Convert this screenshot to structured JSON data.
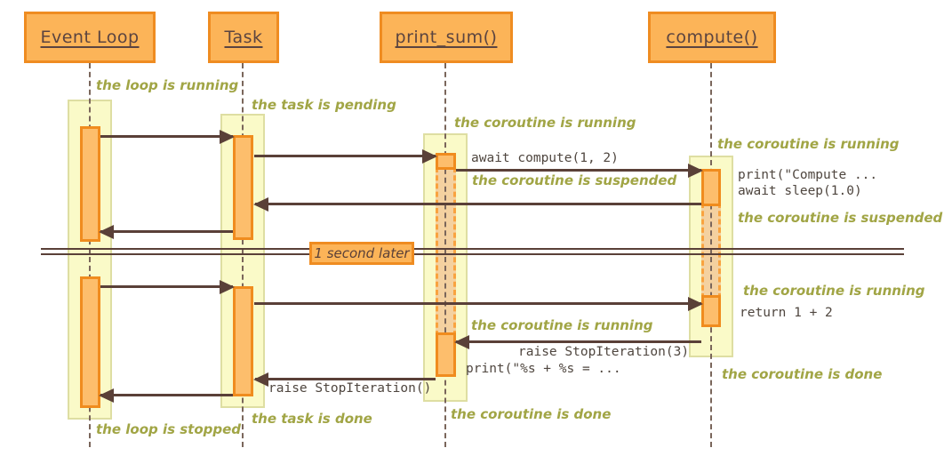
{
  "participants": {
    "event_loop": "Event Loop",
    "task": "Task",
    "print_sum": "print_sum()",
    "compute": "compute()"
  },
  "annotations": {
    "loop_running": "the loop is running",
    "task_pending": "the task is pending",
    "ps_running_1": "the coroutine is running",
    "c_running_1": "the coroutine is running",
    "ps_suspended": "the coroutine is suspended",
    "c_suspended": "the coroutine is suspended",
    "c_running_2": "the coroutine is running",
    "ps_running_2": "the coroutine is running",
    "c_done": "the coroutine is done",
    "ps_done": "the coroutine is done",
    "task_done": "the task is done",
    "loop_stopped": "the loop is stopped"
  },
  "messages": {
    "await_compute": "await compute(1, 2)",
    "print_compute": "print(\"Compute  ...",
    "await_sleep": "await sleep(1.0)",
    "return_sum": "return 1 + 2",
    "raise_stop_3": "raise StopIteration(3)",
    "print_format": "print(\"%s + %s = ...",
    "raise_stop": "raise StopIteration()"
  },
  "divider": {
    "label": "1 second later"
  },
  "colors": {
    "participant_fill": "#fcb458",
    "participant_border": "#ef8c21",
    "participant_text": "#5b4440",
    "band_fill": "#fafac8",
    "band_border": "#dedea2",
    "activation_fill": "#fdbe6c",
    "activation_border": "#f08c1e",
    "suspended_fill": "#f4d1a0",
    "suspended_border": "#f9a33f",
    "arrow": "#5a4038",
    "annotation_text": "#a1a545",
    "code_text": "#4f463f",
    "lifeline": "#7a665b"
  }
}
